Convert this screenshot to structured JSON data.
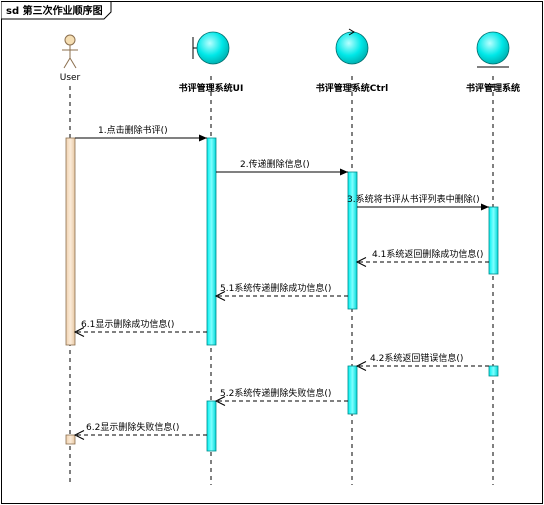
{
  "frame": {
    "title": "sd 第三次作业顺序图"
  },
  "participants": [
    {
      "id": "user",
      "label": "User",
      "kind": "actor"
    },
    {
      "id": "ui",
      "label": "书评管理系统UI",
      "kind": "boundary"
    },
    {
      "id": "ctrl",
      "label": "书评管理系统Ctrl",
      "kind": "control"
    },
    {
      "id": "entity",
      "label": "书评管理系统",
      "kind": "entity"
    }
  ],
  "messages": [
    {
      "label": "1.点击删除书评()",
      "type": "sync"
    },
    {
      "label": "2.传递删除信息()",
      "type": "sync"
    },
    {
      "label": "3.系统将书评从书评列表中删除()",
      "type": "sync"
    },
    {
      "label": "4.1系统返回删除成功信息()",
      "type": "return"
    },
    {
      "label": "5.1系统传递删除成功信息()",
      "type": "return"
    },
    {
      "label": "6.1显示删除成功信息()",
      "type": "return"
    },
    {
      "label": "4.2系统返回错误信息()",
      "type": "return"
    },
    {
      "label": "5.2系统传递删除失败信息()",
      "type": "return"
    },
    {
      "label": "6.2显示删除失败信息()",
      "type": "return"
    }
  ],
  "colors": {
    "activation": "#00FFFF",
    "actor_activation": "#F5DEB3",
    "object_fill": "#00E5E5",
    "line": "#000000"
  }
}
